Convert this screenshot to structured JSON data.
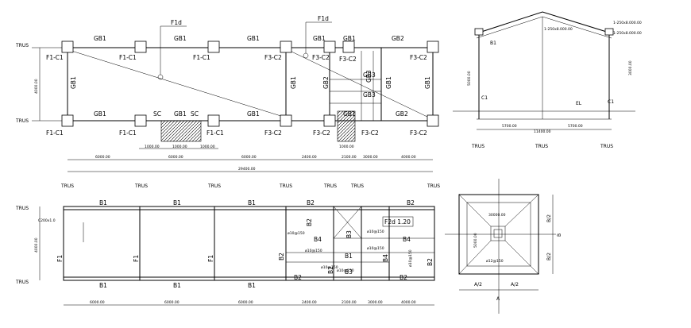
{
  "frame_plan": {
    "callouts": [
      "F1d",
      "F1d"
    ],
    "top_row": [
      "GB1",
      "GB1",
      "GB1",
      "GB1",
      "GB1",
      "GB2"
    ],
    "top_joints": [
      "F1-C1",
      "F1-C1",
      "F1-C1",
      "F3-C2",
      "F3-C2",
      "F3-C2",
      "F3-C2"
    ],
    "bottom_row": [
      "GB1",
      "SC",
      "GB1",
      "SC",
      "GB1",
      "GB1",
      "GB2"
    ],
    "bottom_joints": [
      "F1-C1",
      "F1-C1",
      "F1-C1",
      "F3-C2",
      "F3-C2",
      "F3-C2",
      "F3-C2"
    ],
    "side_beams": [
      "GB1",
      "GB1",
      "GB2",
      "GB1",
      "GB1",
      "GB3",
      "GB3",
      "GB3"
    ],
    "grid_tag": "TRUS",
    "dims_small": [
      "1000.00",
      "1000.00",
      "1000.00",
      "1000.00"
    ],
    "dims_main": [
      "6000.00",
      "6000.00",
      "6000.00",
      "2400.00",
      "2100.00",
      "3000.00",
      "4000.00"
    ],
    "dim_total": "29400.00",
    "dim_vertical": "4000.00"
  },
  "elevation": {
    "labels": [
      "B1",
      "C1",
      "C1",
      "EL"
    ],
    "dims_h": [
      "5700.00",
      "5700.00",
      "11400.00"
    ],
    "dims_v": [
      "5000.00",
      "3000.00"
    ],
    "notes": [
      "1-250x8.000.00",
      "1-250x8.000.00",
      "1-250x8.000.00"
    ]
  },
  "roof_plan": {
    "beams_top": [
      "B1",
      "B1",
      "B1",
      "B2",
      "B2"
    ],
    "beams_bottom": [
      "B1",
      "B1",
      "B1",
      "B2",
      "B2"
    ],
    "cols": [
      "F1",
      "F1",
      "F1",
      "B2",
      "B2",
      "B2",
      "B2"
    ],
    "inner": [
      "B4",
      "B4",
      "B4",
      "B1",
      "B3",
      "B3"
    ],
    "box": "F2d 1.20",
    "small": [
      "ø10@150",
      "ø10@150",
      "ø10@150",
      "ø10@150",
      "ø10@150",
      "ø10@150",
      "ø10@150"
    ],
    "side_note": "C200x1.0",
    "dims": [
      "6000.00",
      "6000.00",
      "6000.00",
      "2400.00",
      "2100.00",
      "3000.00",
      "4000.00"
    ],
    "vert": "4000.00"
  },
  "footing": {
    "labels": [
      "A/2",
      "A/2",
      "B/2",
      "B/2",
      "B",
      "A"
    ],
    "notes": [
      "30000.00",
      "5000.00",
      "ø12@150"
    ]
  }
}
